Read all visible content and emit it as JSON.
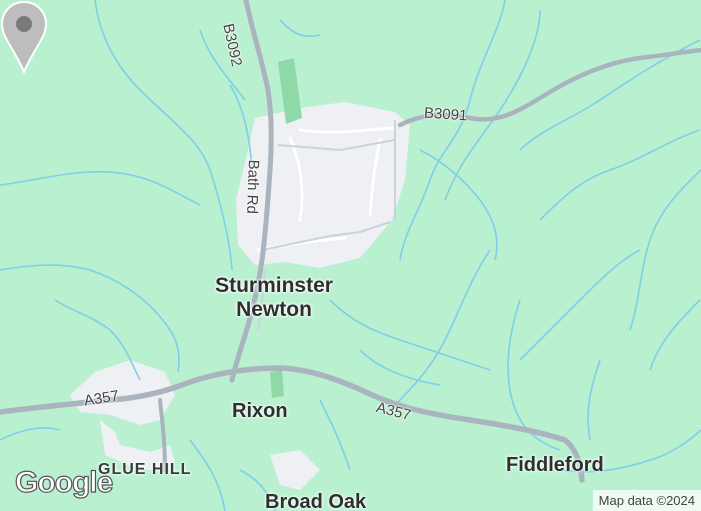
{
  "map": {
    "places": {
      "town": "Sturminster\nNewton",
      "rixon": "Rixon",
      "fiddleford": "Fiddleford",
      "glue_hill": "GLUE HILL",
      "broad_oak": "Broad Oak"
    },
    "roads": {
      "b3092": "B3092",
      "bath_rd": "Bath Rd",
      "b3091": "B3091",
      "a357_west": "A357",
      "a357_east": "A357"
    },
    "logo": "Google",
    "attribution": "Map data ©2024",
    "colors": {
      "land": "#b8f0d0",
      "urban": "#eef0f3",
      "water": "#7fcfe8",
      "major_road": "#a9b4bf",
      "minor_road": "#ffffff",
      "park": "#8fd9a8",
      "pin": "#bdbdbd"
    }
  }
}
